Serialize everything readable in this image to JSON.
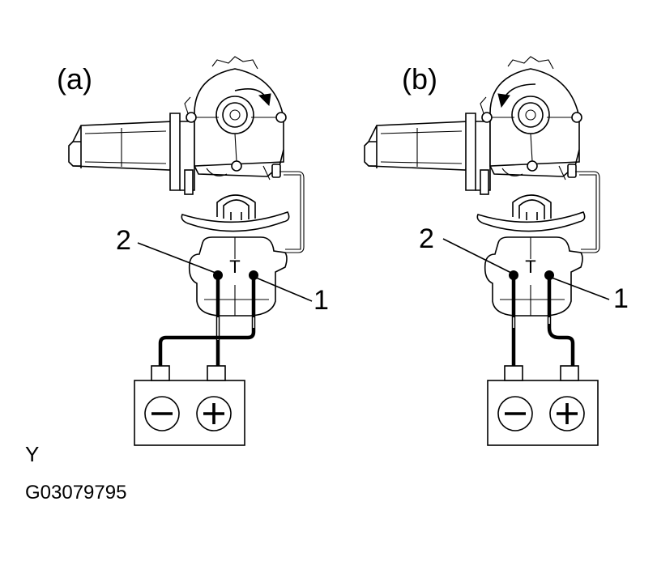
{
  "panels": [
    {
      "label": "(a)",
      "rotation": "clockwise",
      "callouts": {
        "pin2": "2",
        "pin1": "1"
      },
      "battery": {
        "negative_symbol": "−",
        "positive_symbol": "+"
      }
    },
    {
      "label": "(b)",
      "rotation": "counterclockwise",
      "callouts": {
        "pin2": "2",
        "pin1": "1"
      },
      "battery": {
        "negative_symbol": "−",
        "positive_symbol": "+"
      }
    }
  ],
  "footer": {
    "letter": "Y",
    "figure_code": "G03079795"
  }
}
